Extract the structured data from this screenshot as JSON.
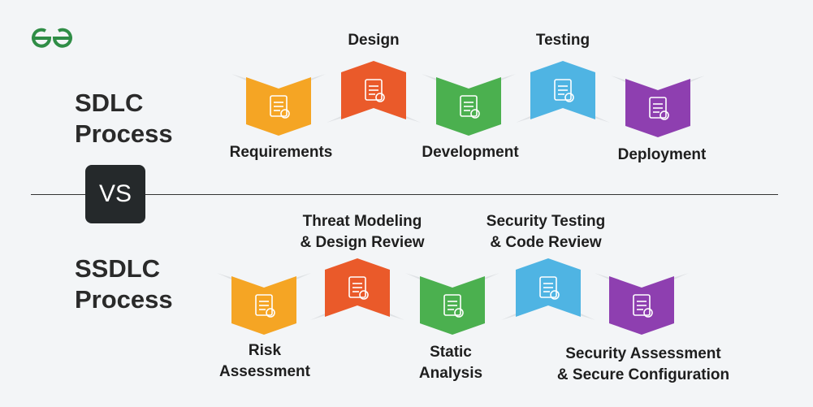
{
  "logo": "GG",
  "vs": "VS",
  "sdlc": {
    "title_line1": "SDLC",
    "title_line2": "Process",
    "steps": [
      {
        "label": "Requirements",
        "icon": "clipboard-check-icon",
        "color": "#f5a524"
      },
      {
        "label": "Design",
        "icon": "pen-tool-icon",
        "color": "#ea5a2a"
      },
      {
        "label": "Development",
        "icon": "code-window-gear-icon",
        "color": "#4bb04f"
      },
      {
        "label": "Testing",
        "icon": "checklist-icon",
        "color": "#4fb4e3"
      },
      {
        "label": "Deployment",
        "icon": "rocket-icon",
        "color": "#8e3fb0"
      }
    ]
  },
  "ssdlc": {
    "title_line1": "SSDLC",
    "title_line2": "Process",
    "steps": [
      {
        "label1": "Risk",
        "label2": "Assessment",
        "icon": "clipboard-warning-icon",
        "color": "#f5a524"
      },
      {
        "label1": "Threat Modeling",
        "label2": "& Design Review",
        "icon": "clipboard-search-icon",
        "color": "#ea5a2a"
      },
      {
        "label1": "Static",
        "label2": "Analysis",
        "icon": "chart-search-icon",
        "color": "#4bb04f"
      },
      {
        "label1": "Security Testing",
        "label2": "& Code Review",
        "icon": "monitor-gear-icon",
        "color": "#4fb4e3"
      },
      {
        "label1": "Security Assessment",
        "label2": "& Secure Configuration",
        "icon": "shield-check-icon",
        "color": "#8e3fb0"
      }
    ]
  }
}
